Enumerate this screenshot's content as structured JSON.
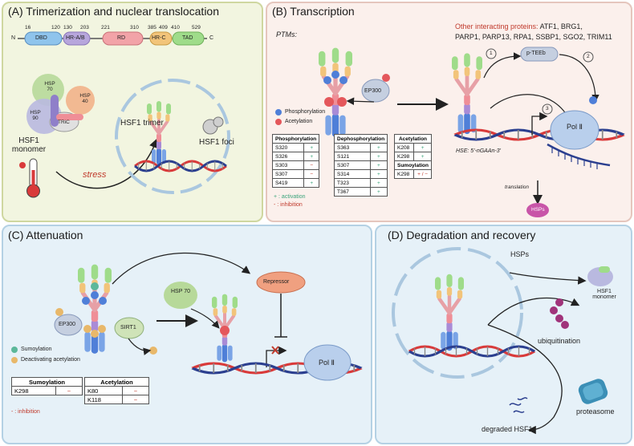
{
  "panelA": {
    "title": "(A) Trimerization and nuclear translocation",
    "domain_numbers": [
      "16",
      "120",
      "130",
      "203",
      "221",
      "310",
      "385",
      "409",
      "410",
      "529"
    ],
    "n_label": "N",
    "c_label": "C",
    "domains": [
      "DBD",
      "HR-A/B",
      "RD",
      "HR-C",
      "TAD"
    ],
    "chaperones": [
      "HSP 70",
      "HSP 40",
      "HSP 90",
      "TRiC"
    ],
    "monomer_label": "HSF1 monomer",
    "stress_label": "stress",
    "trimer_label": "HSF1 trimer",
    "foci_label": "HSF1 foci"
  },
  "panelB": {
    "title": "(B) Transcription",
    "ptms_label": "PTMs:",
    "ep300_label": "EP300",
    "legend_phos": "Phosphorylation",
    "legend_acet": "Acetylation",
    "other_label": "Other interacting proteins:",
    "other_line1": "ATF1, BRG1,",
    "other_line2": "PARP1, PARP13, RPA1, SSBP1, SGO2, TRIM11",
    "ptefb_label": "p-TEEb",
    "step1": "1",
    "step2": "2",
    "step3": "3",
    "pol_label": "Pol Ⅱ",
    "hse_label": "HSE: 5'-nGAAn-3'",
    "translation_label": "translation",
    "hsps_label": "HSPs",
    "activation_label": "+ : activation",
    "inhibition_label": "- : inhibition",
    "phos_header": "Phosphorylation",
    "dephos_header": "Dephosphorylation",
    "acet_header": "Acetylation",
    "sumo_header": "Sumoylation",
    "phos_rows": [
      [
        "S320",
        "+"
      ],
      [
        "S326",
        "+"
      ],
      [
        "S303",
        "−"
      ],
      [
        "S307",
        "−"
      ],
      [
        "S419",
        "+"
      ]
    ],
    "dephos_rows": [
      [
        "S363",
        "+"
      ],
      [
        "S121",
        "+"
      ],
      [
        "S307",
        "+"
      ],
      [
        "S314",
        "+"
      ],
      [
        "T323",
        "+"
      ],
      [
        "T367",
        "+"
      ]
    ],
    "acet_rows": [
      [
        "K208",
        "+"
      ],
      [
        "K298",
        "+"
      ]
    ],
    "sumo_rows": [
      [
        "K298",
        "+ / −"
      ]
    ]
  },
  "panelC": {
    "title": "(C) Attenuation",
    "ep300_label": "EP300",
    "sirt1_label": "SIRT1",
    "hsp70_label": "HSP 70",
    "repressor_label": "Repressor",
    "pol_label": "Pol Ⅱ",
    "legend_sumo": "Sumoylation",
    "legend_deact": "Deactivating acetylation",
    "sumo_header": "Sumoylation",
    "acet_header": "Acetylation",
    "sumo_rows": [
      [
        "K298",
        "−"
      ]
    ],
    "acet_rows": [
      [
        "K80",
        "−"
      ],
      [
        "K118",
        "−"
      ]
    ],
    "inhibition_label": "- : inhibition"
  },
  "panelD": {
    "title": "(D) Degradation and recovery",
    "hsps_label": "HSPs",
    "monomer_label": "HSF1 monomer",
    "ubiq_label": "ubiquitination",
    "proteasome_label": "proteasome",
    "degraded_label": "degraded HSF1"
  },
  "colors": {
    "panelA_bg": "#f2f5e0",
    "panelB_bg": "#fbf0ec",
    "panelC_bg": "#e6f1f8",
    "panelD_bg": "#e6f1f8",
    "dbd": "#8fc4ec",
    "hrab": "#b7a6dc",
    "rd": "#f2a3a8",
    "hrc": "#f2c47a",
    "tad": "#9fdc8a",
    "dna_red": "#d93a3a",
    "dna_blue": "#2b3f8f",
    "red_text": "#c0392b",
    "green_text": "#3aa37a"
  }
}
